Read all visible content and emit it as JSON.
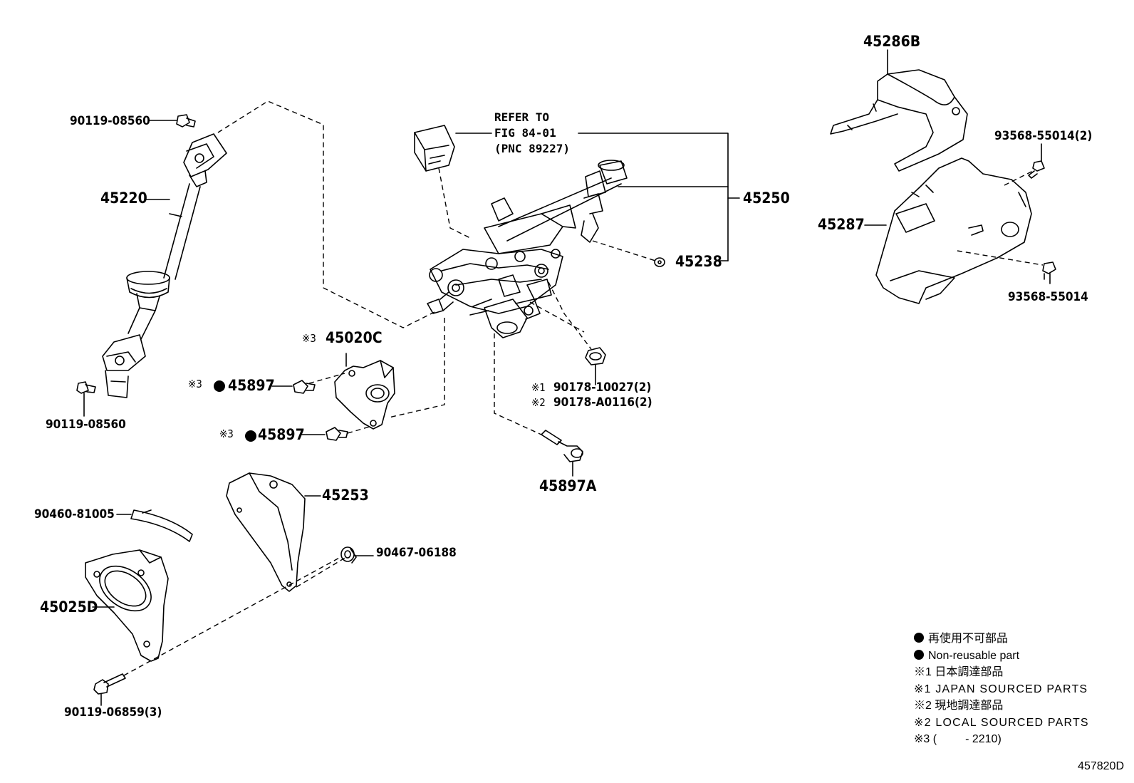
{
  "labels": {
    "shaft_top_bolt": "90119-08560",
    "shaft": "45220",
    "shaft_bottom_bolt": "90119-08560",
    "refer": [
      "REFER TO",
      "FIG 84-01",
      "(PNC 89227)"
    ],
    "column_assy": "45250",
    "clip_45238": "45238",
    "cover_upper": "45286B",
    "screw_upper": "93568-55014(2)",
    "cover_lower": "45287",
    "screw_lower": "93568-55014",
    "lock_body_mark": "※3",
    "lock_body": "45020C",
    "bolt_a_mark": "※3",
    "bolt_a": "45897",
    "bolt_b_mark": "※3",
    "bolt_b": "45897",
    "nut_line1_mark": "※1",
    "nut_line1": "90178-10027(2)",
    "nut_line2_mark": "※2",
    "nut_line2": "90178-A0116(2)",
    "bolt_45897a": "45897A",
    "cover_45253": "45253",
    "clamp": "90460-81005",
    "clip_90467": "90467-06188",
    "boot": "45025D",
    "boot_bolt": "90119-06859(3)"
  },
  "legend": [
    "再使用不可部品",
    "Non-reusable part",
    "※1 日本調達部品",
    "※1 JAPAN SOURCED PARTS",
    "※2 現地調達部品",
    "※2 LOCAL SOURCED PARTS",
    "※3 (         - 2210)"
  ],
  "diagram_code": "457820D"
}
